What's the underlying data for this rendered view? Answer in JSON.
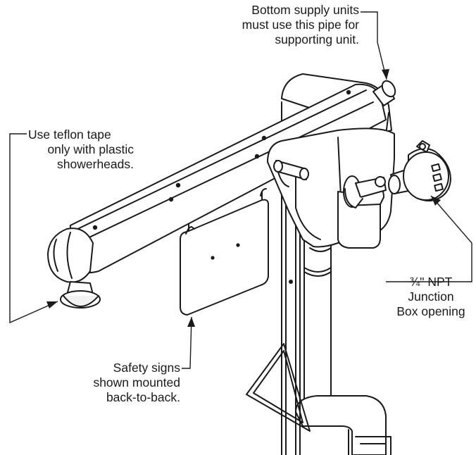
{
  "callouts": {
    "pipe": [
      "Bottom supply units",
      "must use this pipe for",
      "supporting unit."
    ],
    "teflon": [
      "Use teflon tape",
      "only with plastic",
      "showerheads."
    ],
    "junction": [
      "¾\" NPT",
      "Junction",
      "Box opening"
    ],
    "signs": [
      "Safety signs",
      "shown mounted",
      "back-to-back."
    ]
  },
  "colors": {
    "line": "#1a1a1a",
    "fill": "#ffffff",
    "shade": "#f2f2f2"
  }
}
